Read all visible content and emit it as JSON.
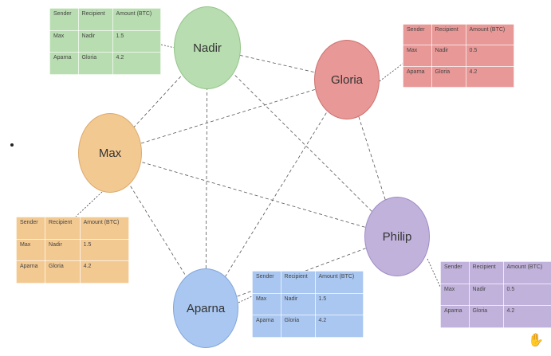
{
  "people": [
    {
      "id": "nadir",
      "name": "Nadir",
      "fill": "#b8ddb0",
      "stroke": "#93c48a"
    },
    {
      "id": "gloria",
      "name": "Gloria",
      "fill": "#e89896",
      "stroke": "#cc7270"
    },
    {
      "id": "max",
      "name": "Max",
      "fill": "#f3c992",
      "stroke": "#dcaa6c"
    },
    {
      "id": "philip",
      "name": "Philip",
      "fill": "#c1b2dc",
      "stroke": "#9e8cc4"
    },
    {
      "id": "aparna",
      "name": "Aparna",
      "fill": "#a9c7f0",
      "stroke": "#82a6da"
    }
  ],
  "ledger_headers": [
    "Sender",
    "Recipient",
    "Amount (BTC)"
  ],
  "ledgers": [
    {
      "id": "nadir",
      "fill": "#b8ddb0",
      "rows": [
        [
          "Max",
          "Nadir",
          "1.5"
        ],
        [
          "Aparna",
          "Gloria",
          "4.2"
        ]
      ]
    },
    {
      "id": "gloria",
      "fill": "#e89896",
      "rows": [
        [
          "Max",
          "Nadir",
          "0.5"
        ],
        [
          "Aparna",
          "Gloria",
          "4.2"
        ]
      ]
    },
    {
      "id": "max",
      "fill": "#f3c992",
      "rows": [
        [
          "Max",
          "Nadir",
          "1.5"
        ],
        [
          "Aparna",
          "Gloria",
          "4.2"
        ]
      ]
    },
    {
      "id": "aparna",
      "fill": "#a9c7f0",
      "rows": [
        [
          "Max",
          "Nadir",
          "1.5"
        ],
        [
          "Aparna",
          "Gloria",
          "4.2"
        ]
      ]
    },
    {
      "id": "philip",
      "fill": "#c1b2dc",
      "rows": [
        [
          "Max",
          "Nadir",
          "0.5"
        ],
        [
          "Aparna",
          "Gloria",
          "4.2"
        ]
      ]
    }
  ],
  "edge_color": "#555555",
  "corner_icon": "hand-icon"
}
